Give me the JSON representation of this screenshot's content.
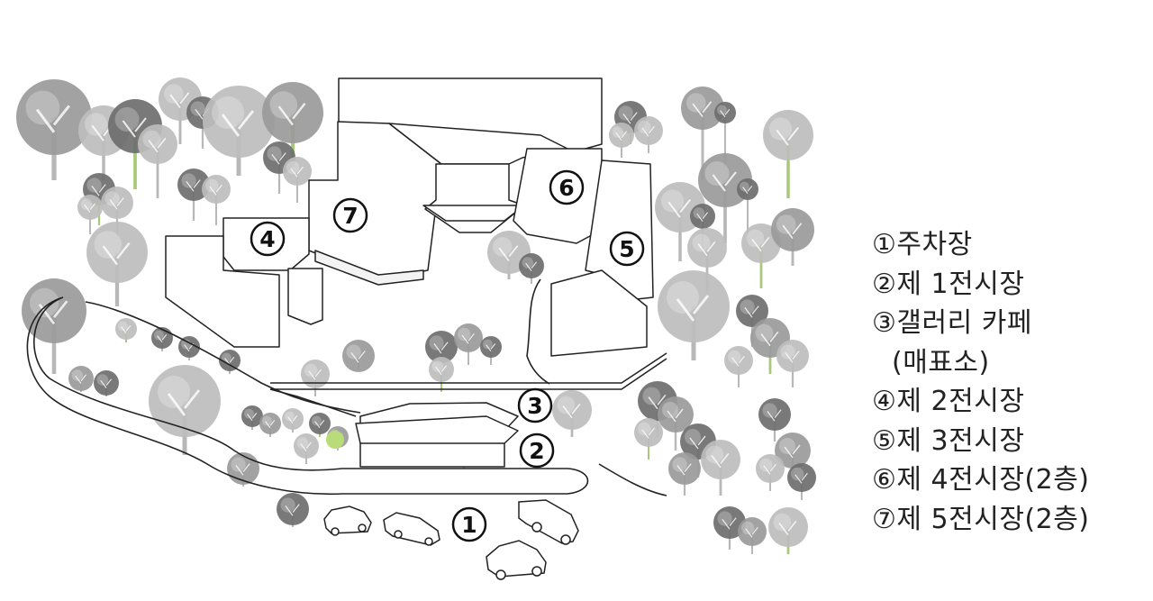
{
  "map": {
    "markers": {
      "parking": "1",
      "gallery1": "2",
      "cafe": "3",
      "gallery2": "4",
      "gallery3": "5",
      "gallery4": "6",
      "gallery5": "7"
    }
  },
  "legend": {
    "items": [
      {
        "text": "①주차장"
      },
      {
        "text": "②제 1전시장"
      },
      {
        "text": "③갤러리 카페"
      },
      {
        "text": "(매표소)"
      },
      {
        "text": "④제 2전시장"
      },
      {
        "text": "⑤제 3전시장"
      },
      {
        "text": "⑥제 4전시장(2층)"
      },
      {
        "text": "⑦제 5전시장(2층)"
      }
    ]
  },
  "colors": {
    "tree_light": "#bdbdbd",
    "tree_mid": "#9a9a9a",
    "tree_dark": "#6e6e6e",
    "trunk_light": "#b8b8b8",
    "trunk_green": "#a8c87a",
    "accent_green": "#b8dc78",
    "line": "#222222"
  }
}
